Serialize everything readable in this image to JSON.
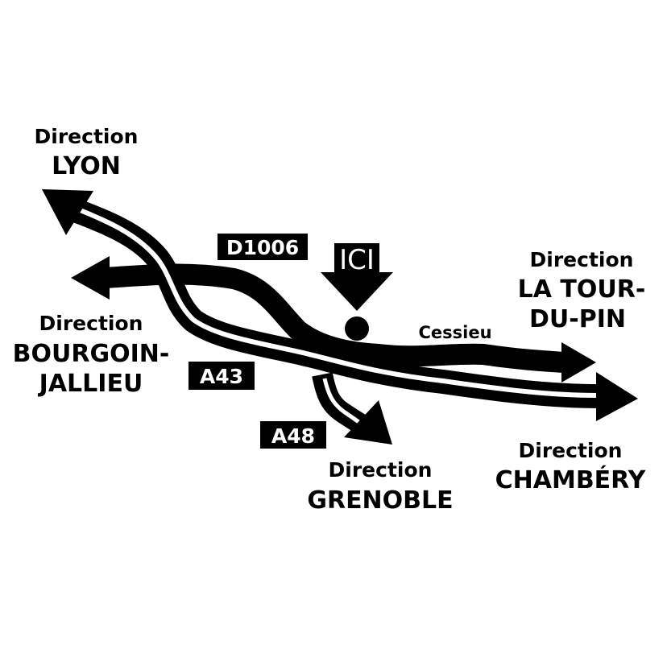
{
  "colors": {
    "ink": "#000000",
    "paper": "#ffffff"
  },
  "destinations": {
    "lyon": {
      "prefix": "Direction",
      "lines": [
        "LYON"
      ]
    },
    "bourgoin": {
      "prefix": "Direction",
      "lines": [
        "BOURGOIN-",
        "JALLIEU"
      ]
    },
    "latourdupin": {
      "prefix": "Direction",
      "lines": [
        "LA TOUR-",
        "DU-PIN"
      ]
    },
    "chambery": {
      "prefix": "Direction",
      "lines": [
        "CHAMBÉRY"
      ]
    },
    "grenoble": {
      "prefix": "Direction",
      "lines": [
        "GRENOBLE"
      ]
    }
  },
  "roads": {
    "d1006": "D1006",
    "a43": "A43",
    "a48": "A48"
  },
  "here_marker": "ICI",
  "town": "Cessieu"
}
